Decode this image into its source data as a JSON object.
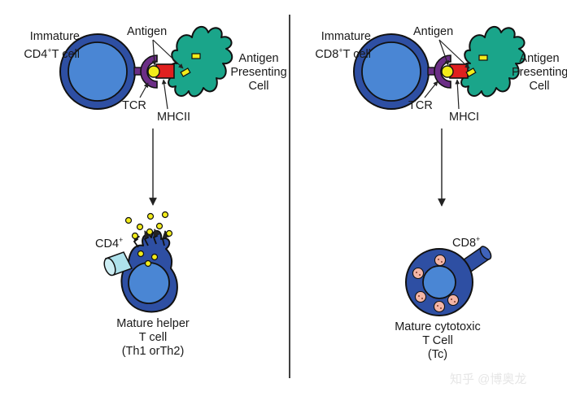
{
  "left_panel": {
    "cell_line1": "Immature",
    "cell_line2": "CD4",
    "cell_sup": "+",
    "cell_line2_rest": "T cell",
    "antigen": "Antigen",
    "apc_line1": "Antigen",
    "apc_line2": "Presenting",
    "apc_line3": "Cell",
    "tcr": "TCR",
    "mhc": "MHCII",
    "marker": "CD4",
    "marker_sup": "+",
    "result_line1": "Mature helper",
    "result_line2": "T cell",
    "result_line3": "(Th1 orTh2)"
  },
  "right_panel": {
    "cell_line1": "Immature",
    "cell_line2": "CD8",
    "cell_sup": "+",
    "cell_line2_rest": "T cell",
    "antigen": "Antigen",
    "apc_line1": "Antigen",
    "apc_line2": "Presenting",
    "apc_line3": "Cell",
    "tcr": "TCR",
    "mhc": "MHCI",
    "marker": "CD8",
    "marker_sup": "+",
    "result_line1": "Mature cytotoxic",
    "result_line2": "T Cell",
    "result_line3": "(Tc)"
  },
  "watermark": "知乎 @博奥龙",
  "colors": {
    "tcell_outer": "#2e4fa3",
    "tcell_inner": "#4a86d4",
    "apc": "#1aa58a",
    "tcr": "#6b2e86",
    "mhc": "#e0201f",
    "antigen": "#f2ec1a",
    "cd4": "#aee2ec",
    "cd8": "#2f4fa3"
  }
}
